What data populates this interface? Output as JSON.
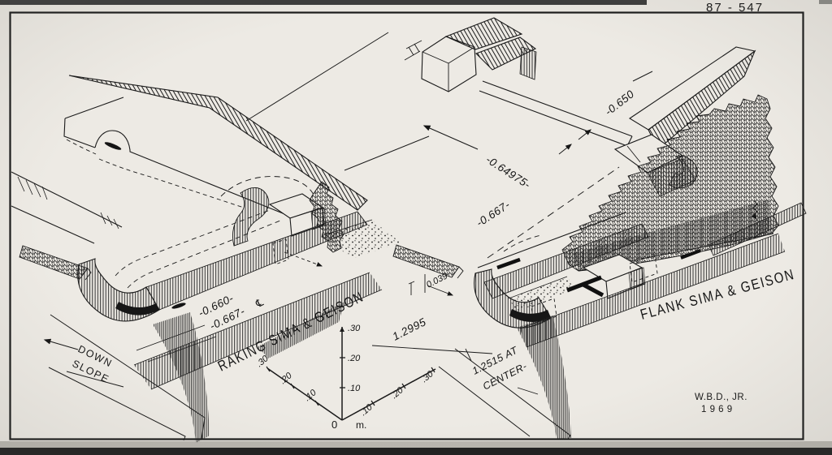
{
  "photo": {
    "catalog_number": "87 - 547",
    "credit_initials": "W.B.D., JR.",
    "credit_year": "1 9 6 9"
  },
  "left_drawing": {
    "title": "RAKING SIMA & GEISON",
    "slope_label_line1": "DOWN",
    "slope_label_line2": "SLOPE",
    "dim_top": "-0.660-",
    "dim_bottom": "-0.667-",
    "centerline_symbol": "℄"
  },
  "right_drawing": {
    "title": "FLANK SIMA & GEISON",
    "dim_tile_width": "-0.650",
    "dim_tile_diag": "-0.64975-",
    "dim_block": "-0.667-",
    "dim_small": "0.039",
    "dim_length": "1.2995",
    "dim_center_line1": "1.2515 AT",
    "dim_center_line2": "CENTER-"
  },
  "scale_bar": {
    "origin": "0",
    "unit": "m.",
    "vertical_ticks": [
      ".10",
      ".20",
      ".30"
    ],
    "left_axis_ticks": [
      ".10",
      ".20",
      ".30"
    ],
    "right_axis_ticks": [
      ".10",
      ".20",
      ".30"
    ]
  }
}
